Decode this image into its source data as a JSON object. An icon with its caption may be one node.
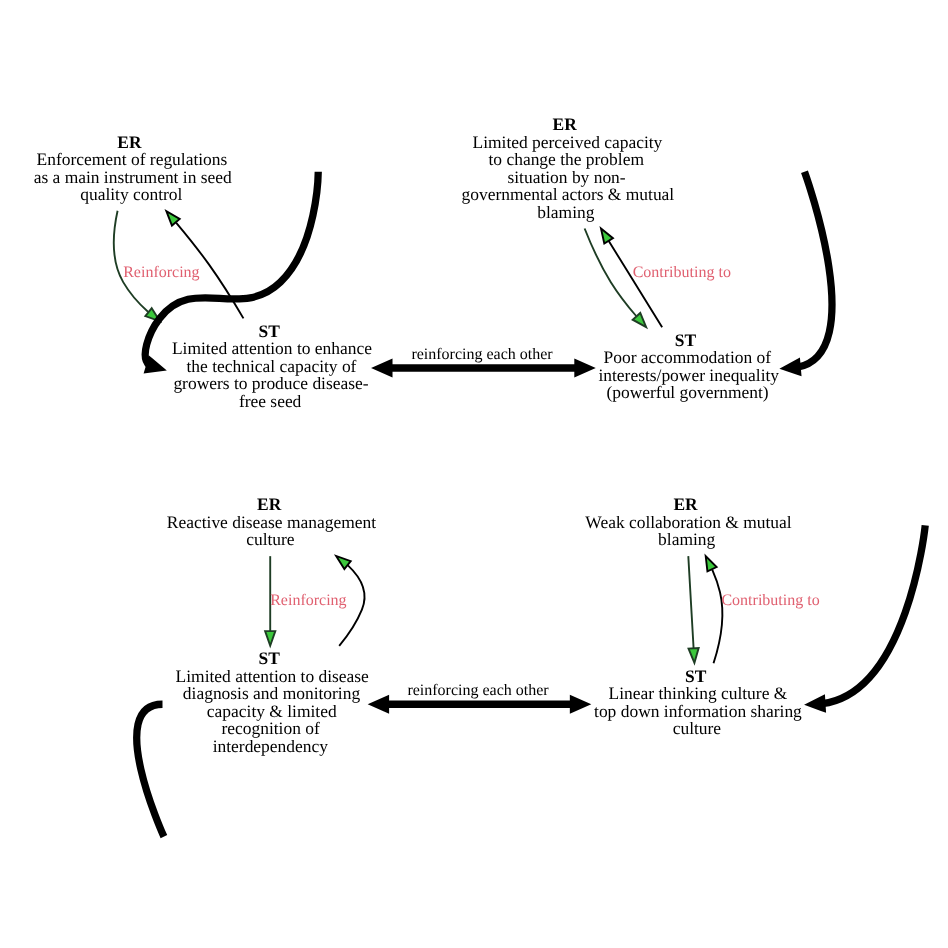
{
  "diagram": {
    "nodes": [
      {
        "text": [
          "ER",
          "Enforcement of regulations as a main instrument in seed quality control"
        ]
      },
      {
        "text": [
          "ST",
          "Limited attention to enhance the technical capacity of growers to produce disease-free seed"
        ]
      },
      {
        "text": [
          "ER",
          "Limited perceived capacity to change the problem situation by non-governmental actors & mutual blaming"
        ]
      },
      {
        "text": [
          "ST",
          "Poor accommodation of interests/power inequality (powerful government)"
        ]
      },
      {
        "text": [
          "ER",
          "Reactive disease management culture"
        ]
      },
      {
        "text": [
          "ST",
          "Limited attention to disease diagnosis and monitoring capacity & limited recognition of interdependency"
        ]
      },
      {
        "text": [
          "ER",
          "Weak collaboration & mutual blaming"
        ]
      },
      {
        "text": [
          "ST",
          "Linear thinking culture & top down information sharing culture"
        ]
      }
    ],
    "edges": [
      {
        "from": 0,
        "to": 1,
        "arrow": "to",
        "label": "Reinforcing",
        "color": "#1e3d24"
      },
      {
        "from": 1,
        "to": 0,
        "arrow": "to"
      },
      {
        "from": 3,
        "to": 2,
        "arrow": "to",
        "label": "Contributing to"
      },
      {
        "from": 2,
        "to": 3,
        "arrow": "to",
        "color": "#1e3d24"
      },
      {
        "from": 1,
        "to": 3,
        "arrow": "both",
        "label": "reinforcing each other",
        "style": "thick"
      },
      {
        "from": null,
        "to": 1,
        "arrow": "to",
        "style": "thick"
      },
      {
        "from": null,
        "to": 3,
        "arrow": "to",
        "style": "thick"
      },
      {
        "from": 4,
        "to": 5,
        "arrow": "to",
        "label": "Reinforcing",
        "color": "#1e3d24"
      },
      {
        "from": 5,
        "to": 4,
        "arrow": "to"
      },
      {
        "from": 7,
        "to": 6,
        "arrow": "to",
        "label": "Contributing to"
      },
      {
        "from": 6,
        "to": 7,
        "arrow": "to",
        "color": "#1e3d24"
      },
      {
        "from": 5,
        "to": 7,
        "arrow": "both",
        "label": "reinforcing each other",
        "style": "thick"
      },
      {
        "from": 5,
        "to": null,
        "arrow": "none",
        "style": "thick"
      },
      {
        "from": null,
        "to": 7,
        "arrow": "to",
        "style": "thick"
      }
    ]
  }
}
